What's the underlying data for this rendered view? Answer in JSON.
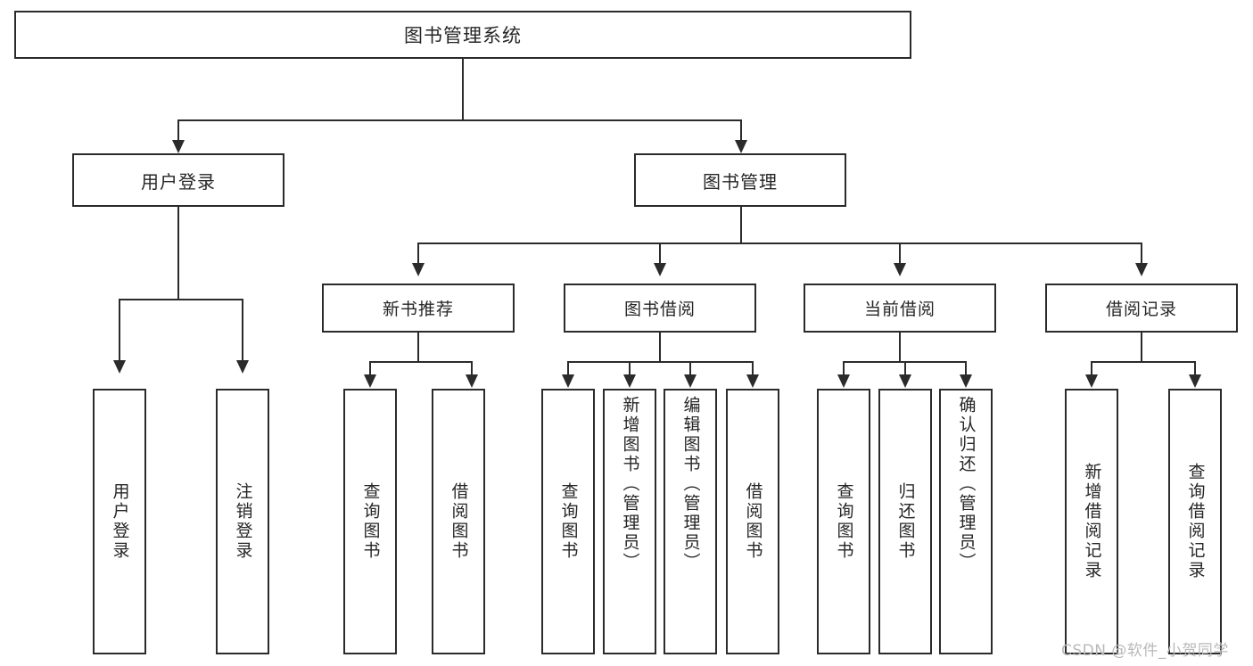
{
  "diagram": {
    "title": "图书管理系统",
    "type": "tree-hierarchy",
    "root": {
      "label": "图书管理系统"
    },
    "level1": [
      {
        "label": "用户登录"
      },
      {
        "label": "图书管理"
      }
    ],
    "level2": [
      {
        "label": "新书推荐"
      },
      {
        "label": "图书借阅"
      },
      {
        "label": "当前借阅"
      },
      {
        "label": "借阅记录"
      }
    ],
    "leaves": {
      "user_login": [
        {
          "label": "用户登录"
        },
        {
          "label": "注销登录"
        }
      ],
      "new_book_recommend": [
        {
          "label": "查询图书"
        },
        {
          "label": "借阅图书"
        }
      ],
      "book_borrow": [
        {
          "label": "查询图书"
        },
        {
          "label": "新增图书（管理员）"
        },
        {
          "label": "编辑图书（管理员）"
        },
        {
          "label": "借阅图书"
        }
      ],
      "current_borrow": [
        {
          "label": "查询图书"
        },
        {
          "label": "归还图书"
        },
        {
          "label": "确认归还（管理员）"
        }
      ],
      "borrow_record": [
        {
          "label": "新增借阅记录"
        },
        {
          "label": "查询借阅记录"
        }
      ]
    }
  },
  "watermark": {
    "text": "CSDN @软件_小贺同学"
  },
  "colors": {
    "stroke": "#2b2b2b",
    "background": "#ffffff",
    "text": "#262626",
    "watermark": "#b9b9b9"
  }
}
